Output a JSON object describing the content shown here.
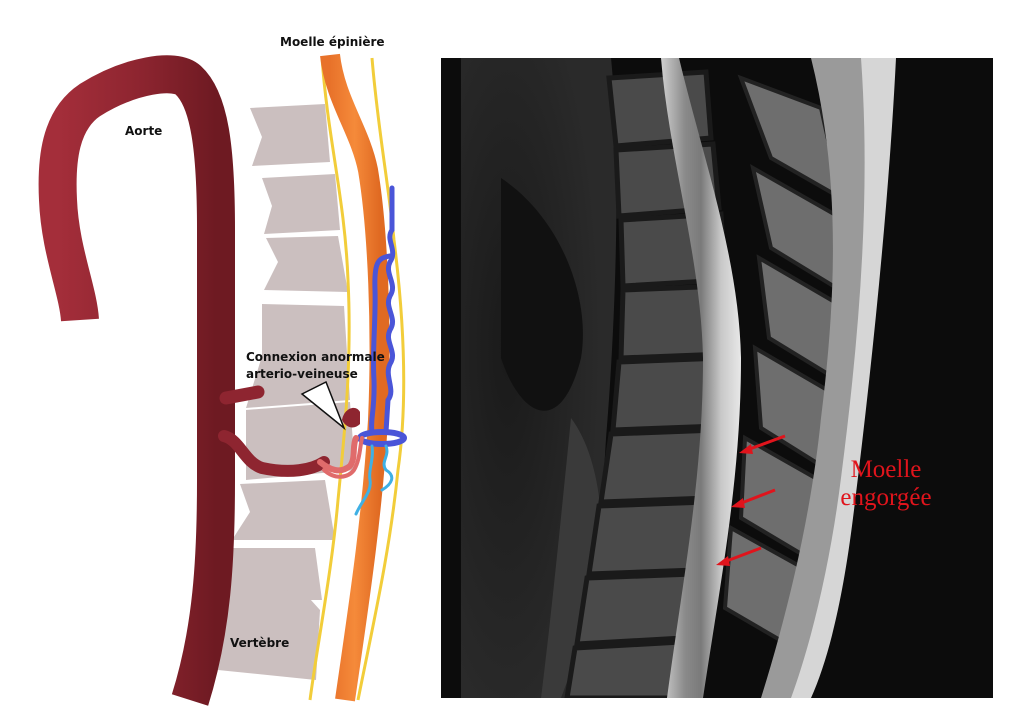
{
  "figure": {
    "left_panel": {
      "type": "schematic",
      "labels": {
        "spinal_cord": "Moelle épinière",
        "aorta": "Aorte",
        "av_connection_line1": "Connexion anormale",
        "av_connection_line2": "arterio-veineuse",
        "vertebra": "Vertèbre"
      }
    },
    "right_panel": {
      "type": "sagittal-mri",
      "annotation_line1": "Moelle",
      "annotation_line2": "engorgée",
      "arrow_count": 3
    },
    "colors": {
      "aorta": "#8e2530",
      "aorta_dark": "#6e1a22",
      "artery_branch": "#e06b6b",
      "spinal_cord": "#f07f2e",
      "dura": "#f2cd3a",
      "vein": "#4a55d8",
      "vein_light": "#3fb0e4",
      "vertebra": "#cbbfbf",
      "annotation_red": "#e0141c",
      "mri_background": "#0c0c0c"
    }
  }
}
